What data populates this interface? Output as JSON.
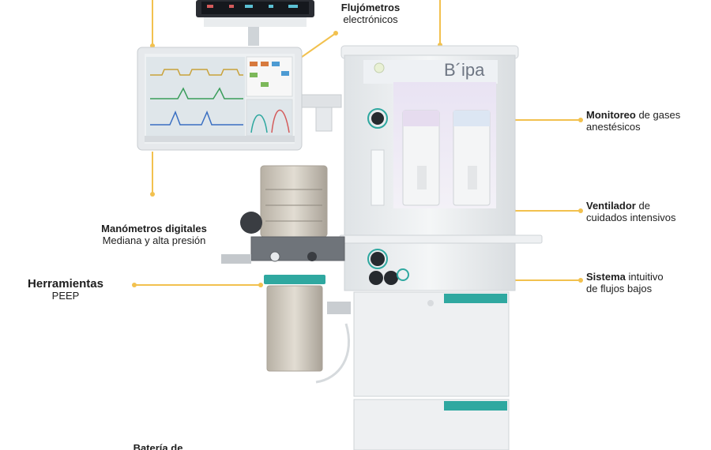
{
  "brand": {
    "logo_text": "B´ipa"
  },
  "accent_color": "#f2c14e",
  "teal_color": "#2fa8a0",
  "labels": {
    "flujometros": {
      "bold": "Flujómetros",
      "normal": "electrónicos"
    },
    "monitoreo": {
      "bold": "Monitoreo",
      "normal_1": " de gases",
      "normal_2": "anestésicos"
    },
    "ventilador": {
      "bold": "Ventilador",
      "normal_1": " de",
      "normal_2": "cuidados intensivos"
    },
    "manometros": {
      "bold": "Manómetros digitales",
      "normal": "Mediana y alta presión"
    },
    "herramientas": {
      "bold": "Herramientas",
      "normal": "PEEP"
    },
    "sistema": {
      "bold": "Sistema",
      "normal_1": " intuitivo",
      "normal_2": "de flujos bajos"
    },
    "bateria": {
      "bold": "Batería de"
    }
  }
}
